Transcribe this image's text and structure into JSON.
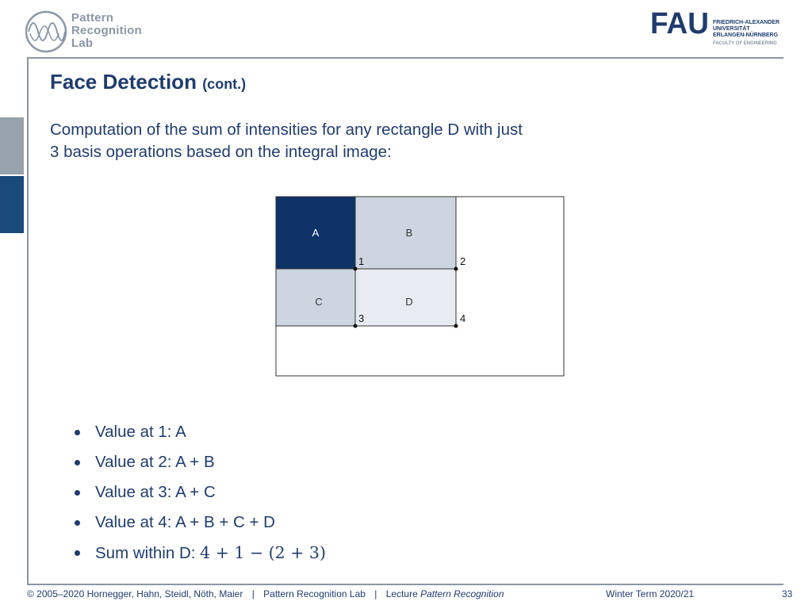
{
  "header": {
    "logo_lines": [
      "Pattern",
      "Recognition",
      "Lab"
    ],
    "fau_mark": "FAU",
    "fau_lines": [
      "FRIEDRICH-ALEXANDER",
      "UNIVERSITÄT",
      "ERLANGEN-NÜRNBERG"
    ],
    "fau_faculty": "FACULTY OF ENGINEERING"
  },
  "slide": {
    "title": "Face Detection",
    "title_suffix": "(cont.)",
    "intro_line1": "Computation of the sum of intensities for any rectangle D with just",
    "intro_line2": "3 basis operations based on the integral image:"
  },
  "diagram": {
    "labels": {
      "a": "A",
      "b": "B",
      "c": "C",
      "d": "D"
    },
    "points": {
      "p1": "1",
      "p2": "2",
      "p3": "3",
      "p4": "4"
    },
    "colors": {
      "a": "#0e3368",
      "b": "#cdd6e0",
      "c": "#cdd6e0",
      "d": "#e8ebf2"
    }
  },
  "bullets": [
    {
      "prefix": "Value at 1: ",
      "expr": "A"
    },
    {
      "prefix": "Value at 2: ",
      "expr": "A + B"
    },
    {
      "prefix": "Value at 3: ",
      "expr": "A + C"
    },
    {
      "prefix": "Value at 4: ",
      "expr": "A + B + C + D"
    },
    {
      "prefix": "Sum within D: ",
      "expr": "4 + 1 − (2 + 3)"
    }
  ],
  "footer": {
    "copyright": "© 2005–2020 Hornegger, Hahn, Steidl, Nöth, Maier",
    "lab": "Pattern Recognition Lab",
    "lecture_prefix": "Lecture ",
    "lecture_name": "Pattern Recognition",
    "separator": "|",
    "term": "Winter Term 2020/21",
    "page": "33"
  }
}
